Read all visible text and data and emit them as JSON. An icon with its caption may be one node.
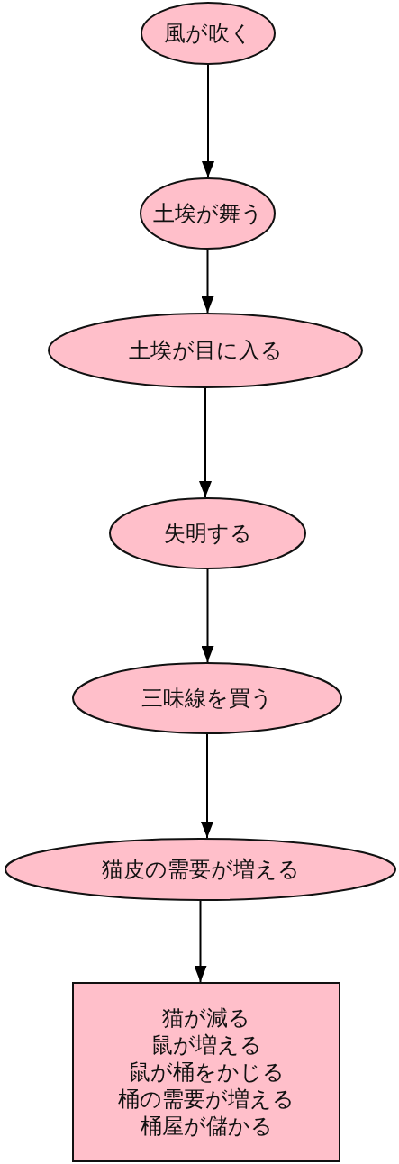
{
  "diagram": {
    "nodes": [
      {
        "text": [
          "風が吹く"
        ]
      },
      {
        "text": [
          "土埃が舞う"
        ]
      },
      {
        "text": [
          "土埃が目に入る"
        ]
      },
      {
        "text": [
          "失明する"
        ]
      },
      {
        "text": [
          "三味線を買う"
        ]
      },
      {
        "text": [
          "猫皮の需要が増える"
        ]
      },
      {
        "text": [
          "猫が減る",
          "鼠が増える",
          "鼠が桶をかじる",
          "桶の需要が増える",
          "桶屋が儲かる"
        ]
      }
    ],
    "edges": [
      {
        "from": 0,
        "to": 1,
        "arrow": "to"
      },
      {
        "from": 1,
        "to": 2,
        "arrow": "to"
      },
      {
        "from": 2,
        "to": 3,
        "arrow": "to"
      },
      {
        "from": 3,
        "to": 4,
        "arrow": "to"
      },
      {
        "from": 4,
        "to": 5,
        "arrow": "to"
      },
      {
        "from": 5,
        "to": 6,
        "arrow": "to"
      }
    ]
  }
}
